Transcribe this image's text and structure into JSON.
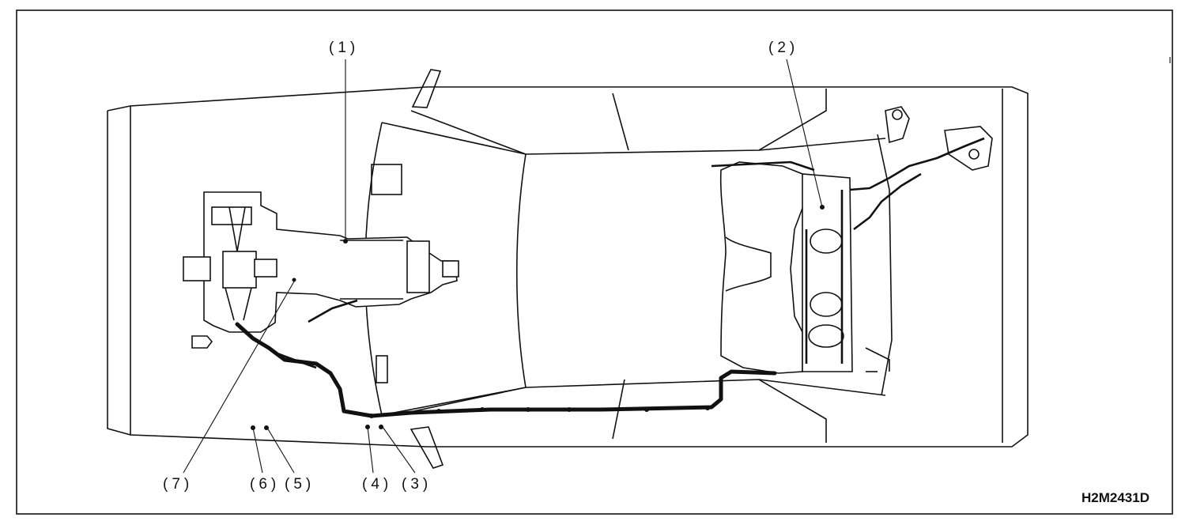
{
  "figure_code": "H2M2431D",
  "callouts": {
    "c1": "(1)",
    "c2": "(2)",
    "c3": "(3)",
    "c4": "(4)",
    "c5": "(5)",
    "c6": "(6)",
    "c7": "(7)"
  }
}
